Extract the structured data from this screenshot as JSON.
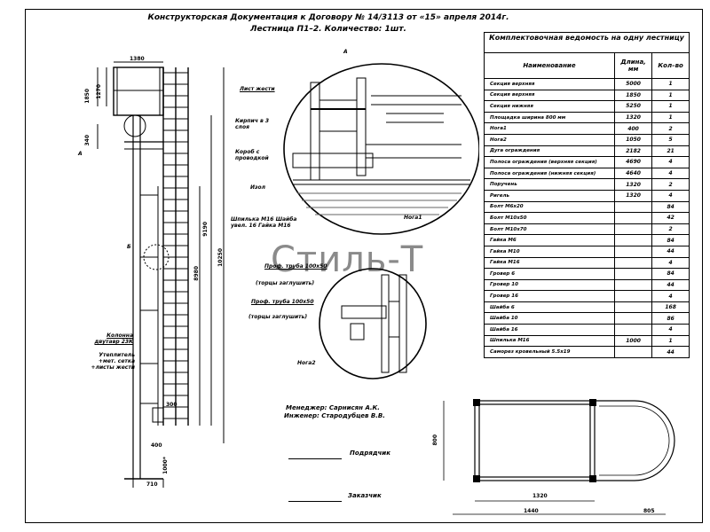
{
  "header": {
    "line1": "Конструкторская Документация к Договору № 14/3113 от «15» апреля 2014г.",
    "line2": "Лестница П1–2. Количество: 1шт."
  },
  "watermark": "Стиль-Т",
  "detail_label": "А",
  "table": {
    "caption": "Комплектовочная ведомость на одну лестницу",
    "col_name": "Наименование",
    "col_len": "Длина, мм",
    "col_qty": "Кол–во",
    "rows": [
      {
        "name": "Секция верхняя",
        "len": "5000",
        "qty": "1"
      },
      {
        "name": "Секция верхняя",
        "len": "1850",
        "qty": "1"
      },
      {
        "name": "Секция нижняя",
        "len": "5250",
        "qty": "1"
      },
      {
        "name": "Площадка ширина 800 мм",
        "len": "1320",
        "qty": "1"
      },
      {
        "name": "Нога1",
        "len": "400",
        "qty": "2"
      },
      {
        "name": "Нога2",
        "len": "1050",
        "qty": "5"
      },
      {
        "name": "Дуга ограждения",
        "len": "2182",
        "qty": "21"
      },
      {
        "name": "Полоса ограждения (верхняя секция)",
        "len": "4690",
        "qty": "4"
      },
      {
        "name": "Полоса ограждения (нижняя секция)",
        "len": "4640",
        "qty": "4"
      },
      {
        "name": "Поручень",
        "len": "1320",
        "qty": "2"
      },
      {
        "name": "Ригель",
        "len": "1320",
        "qty": "4"
      },
      {
        "name": "Болт М6х20",
        "len": "",
        "qty": "84"
      },
      {
        "name": "Болт М10х50",
        "len": "",
        "qty": "42"
      },
      {
        "name": "Болт М10х70",
        "len": "",
        "qty": "2"
      },
      {
        "name": "Гайка М6",
        "len": "",
        "qty": "84"
      },
      {
        "name": "Гайка М10",
        "len": "",
        "qty": "44"
      },
      {
        "name": "Гайка М16",
        "len": "",
        "qty": "4"
      },
      {
        "name": "Гровер 6",
        "len": "",
        "qty": "84"
      },
      {
        "name": "Гровер 10",
        "len": "",
        "qty": "44"
      },
      {
        "name": "Гровер 16",
        "len": "",
        "qty": "4"
      },
      {
        "name": "Шайба 6",
        "len": "",
        "qty": "168"
      },
      {
        "name": "Шайба 10",
        "len": "",
        "qty": "86"
      },
      {
        "name": "Шайба 16",
        "len": "",
        "qty": "4"
      },
      {
        "name": "Шпилька М16",
        "len": "1000",
        "qty": "1"
      },
      {
        "name": "Саморез кровельный 5.5х19",
        "len": "",
        "qty": "44"
      }
    ]
  },
  "labels": {
    "list": "Лист жести",
    "kirpich": "Кирпич в 3 слоя",
    "korob": "Короб с проводкой",
    "izol": "Изол",
    "shpilka": "Шпилька М16 Шайба увел. 16 Гайка М16",
    "noga1a": "Нога1",
    "prof1": "Проф. труба 100х50",
    "prof1b": "(торцы заглушить)",
    "prof2": "Проф. труба 100х50",
    "prof2b": "(торцы заглушить)",
    "noga2": "Нога2",
    "kolonna": "Колонна двутавр 23К",
    "uteplitel": "Утеплитель +мет. сетка +листы жести",
    "b": "Б",
    "a": "А"
  },
  "sign": {
    "manager": "Менеджер: Сарнисян А.К.",
    "engineer": "Инженер: Стародубцев В.В.",
    "contractor": "Подрядчик",
    "customer": "Заказчик"
  },
  "dims": {
    "d1380": "1380",
    "d1270": "1270",
    "d1850": "1850",
    "d340": "340",
    "d9190": "9190",
    "d8980": "8980",
    "d10250": "10250",
    "d300": "300",
    "d400": "400",
    "d1000": "1000*",
    "d710": "710",
    "d800": "800",
    "d1320": "1320",
    "d1440": "1440",
    "d805": "805"
  }
}
